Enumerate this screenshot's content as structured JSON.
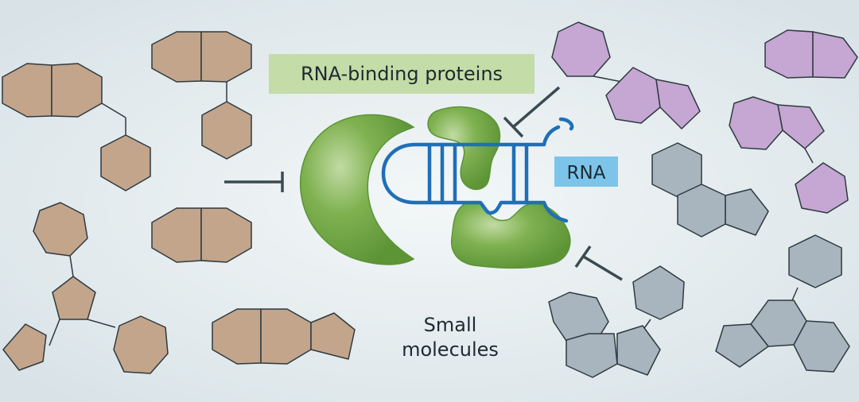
{
  "labels": {
    "proteins": "RNA-binding proteins",
    "rna": "RNA",
    "small_molecules_line1": "Small",
    "small_molecules_line2": "molecules"
  },
  "colors": {
    "background_center": "#f3f7f8",
    "background_edge": "#d9e3e7",
    "molecule_tan": "#c3a58c",
    "molecule_purple": "#c6a6d2",
    "molecule_gray": "#a8b5be",
    "molecule_stroke": "#2e3a40",
    "protein_green": "#6ea345",
    "protein_green_light": "#b9d49a",
    "rna_blue": "#1f6fb8",
    "inhibitor_line": "#3b4a52",
    "protein_label_bg": "#c4dca8",
    "rna_label_bg": "#7cc4e9"
  }
}
